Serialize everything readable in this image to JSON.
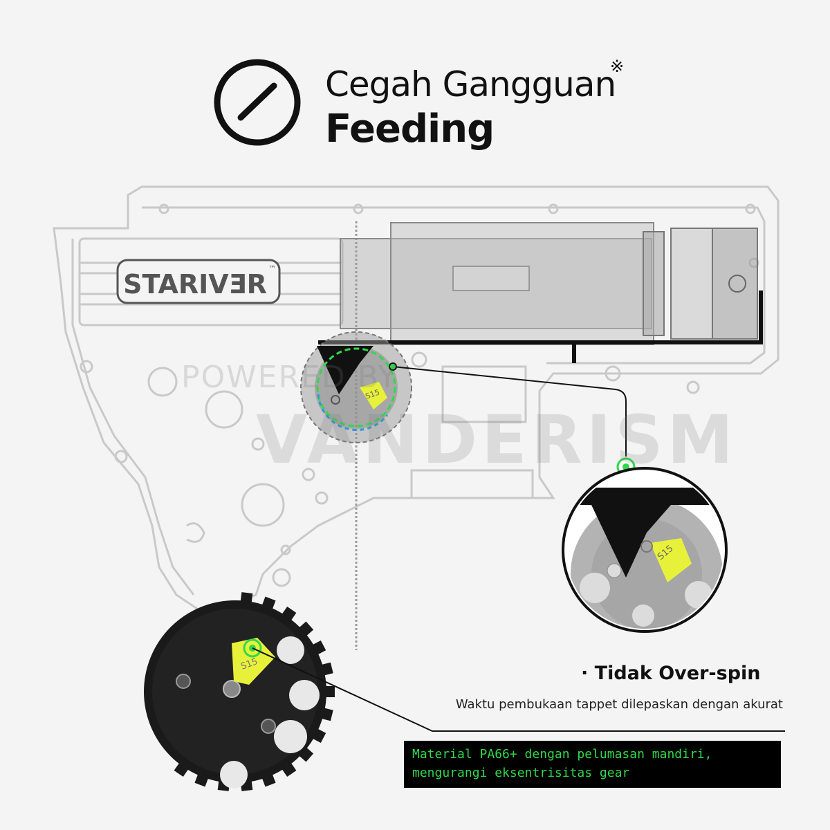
{
  "heading": {
    "line1": "Cegah Gangguan",
    "mark": "※",
    "line2": "Feeding"
  },
  "logo": {
    "brand_text": "STARIVƎR",
    "tm": "™"
  },
  "watermark": {
    "top": "POWERED BY",
    "main": "VANDERISM"
  },
  "gear_labels": {
    "main": "S15",
    "zoom": "S15",
    "small": "S15"
  },
  "feature": {
    "title": "· Tidak Over-spin",
    "description": "Waktu pembukaan tappet dilepaskan dengan akurat"
  },
  "material": {
    "line1": "Material PA66+ dengan pelumasan mandiri,",
    "line2": "mengurangi eksentrisitas gear"
  },
  "colors": {
    "accent_green": "#2fd94a",
    "cam_yellow": "#e8f13a",
    "gear_black": "#1a1a1a"
  }
}
